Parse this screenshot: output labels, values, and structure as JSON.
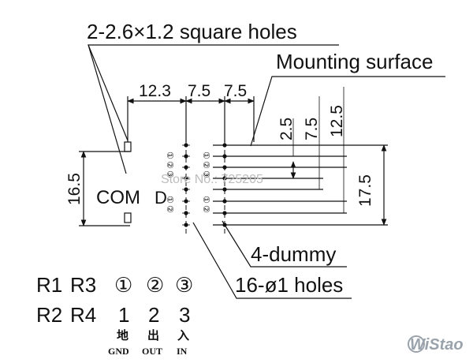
{
  "callouts": {
    "square_holes": "2-2.6×1.2 square holes",
    "mounting_surface": "Mounting surface",
    "dummy": "4-dummy",
    "holes": "16-ø1 holes"
  },
  "dims": {
    "top": [
      "12.3",
      "7.5",
      "7.5"
    ],
    "right": [
      "2.5",
      "7.5",
      "12.5",
      "17.5"
    ],
    "left": "16.5"
  },
  "labels": {
    "com": "COM",
    "d_partial": "D"
  },
  "pin_rows": [
    {
      "left": "R1",
      "right": "R3",
      "pins": [
        "①",
        "②",
        "③"
      ]
    },
    {
      "left": "R2",
      "right": "R4",
      "pins": [
        "1",
        "2",
        "3"
      ]
    }
  ],
  "pin_chinese": [
    "地",
    "出",
    "入"
  ],
  "pin_english": [
    "GND",
    "OUT",
    "IN"
  ],
  "watermark": "Store No.: 725205",
  "logo": "WiStao"
}
